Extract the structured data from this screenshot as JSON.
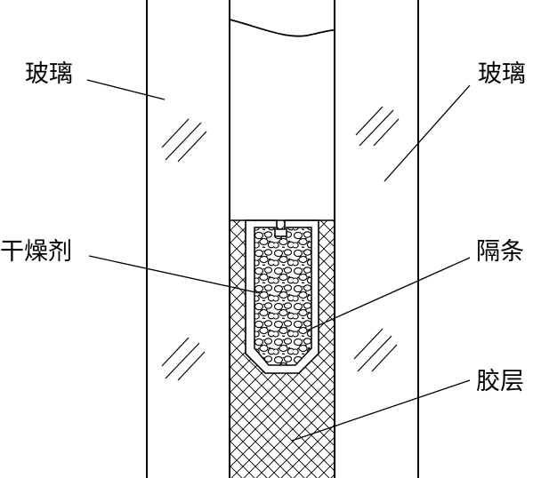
{
  "labels": {
    "glass_left": "玻璃",
    "glass_right": "玻璃",
    "desiccant": "干燥剂",
    "spacer": "隔条",
    "sealant": "胶层"
  },
  "colors": {
    "line": "#000000",
    "background": "#ffffff"
  }
}
